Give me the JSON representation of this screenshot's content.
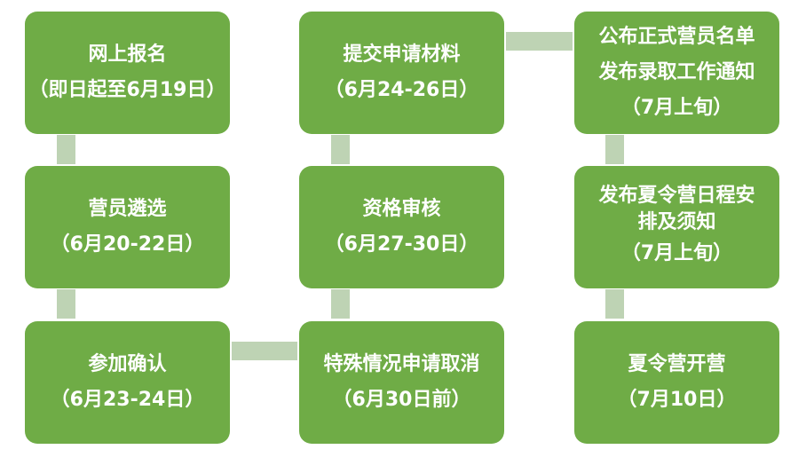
{
  "steps": {
    "signup": {
      "title": "网上报名",
      "date": "（即日起至6月19日）"
    },
    "selection": {
      "title": "营员遴选",
      "date": "（6月20-22日）"
    },
    "confirm": {
      "title": "参加确认",
      "date": "（6月23-24日）"
    },
    "submit": {
      "title": "提交申请材料",
      "date": "（6月24-26日）"
    },
    "review": {
      "title": "资格审核",
      "date": "（6月27-30日）"
    },
    "special": {
      "title": "特殊情况申请取消",
      "date": "（6月30日前）"
    },
    "publish_list": {
      "line1": "公布正式营员名单",
      "line2": "发布录取工作通知",
      "date": "（7月上旬）"
    },
    "publish_schedule": {
      "line1": "发布夏令营日程安",
      "line2": "排及须知",
      "date": "（7月上旬）"
    },
    "opening": {
      "title": "夏令营开营",
      "date": "（7月10日）"
    }
  },
  "colors": {
    "box": "#6fac46",
    "connector": "#bed3b4",
    "text": "#ffffff"
  }
}
